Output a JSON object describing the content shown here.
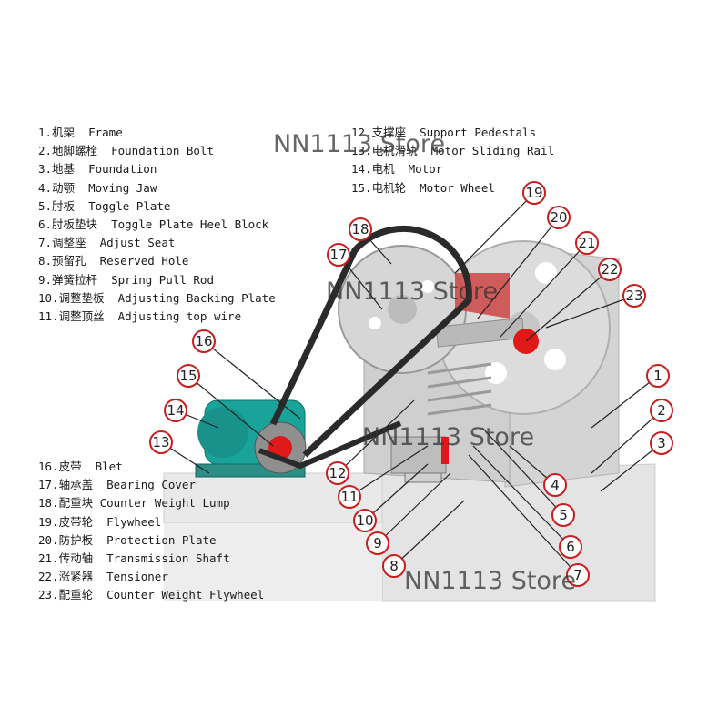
{
  "legend_top": [
    "1.机架  Frame",
    "2.地脚螺栓  Foundation Bolt",
    "3.地基  Foundation",
    "4.动颚  Moving Jaw",
    "5.肘板  Toggle Plate",
    "6.肘板垫块  Toggle Plate Heel Block",
    "7.调整座  Adjust Seat",
    "8.预留孔  Reserved Hole",
    "9.弹簧拉杆  Spring Pull Rod",
    "10.调整垫板  Adjusting Backing Plate",
    "11.调整顶丝  Adjusting top wire"
  ],
  "legend_right": [
    "12.支撑座  Support Pedestals",
    "13.电机滑轨  Motor Sliding Rail",
    "14.电机  Motor",
    "15.电机轮  Motor Wheel"
  ],
  "legend_bottom": [
    "16.皮带  Blet",
    "17.轴承盖  Bearing Cover",
    "18.配重块 Counter Weight Lump",
    "19.皮带轮  Flywheel",
    "20.防护板  Protection Plate",
    "21.传动轴  Transmission Shaft",
    "22.涨紧器  Tensioner",
    "23.配重轮  Counter Weight Flywheel"
  ],
  "watermark": "NN1113 Store",
  "callouts": [
    "1",
    "2",
    "3",
    "4",
    "5",
    "6",
    "7",
    "8",
    "9",
    "10",
    "11",
    "12",
    "13",
    "14",
    "15",
    "16",
    "17",
    "18",
    "19",
    "20",
    "21",
    "22",
    "23"
  ],
  "colors": {
    "callout_ring": "#c81e1e",
    "motor": "#1aa39a",
    "machine": "#d7d7d7",
    "highlight": "#e01818"
  }
}
